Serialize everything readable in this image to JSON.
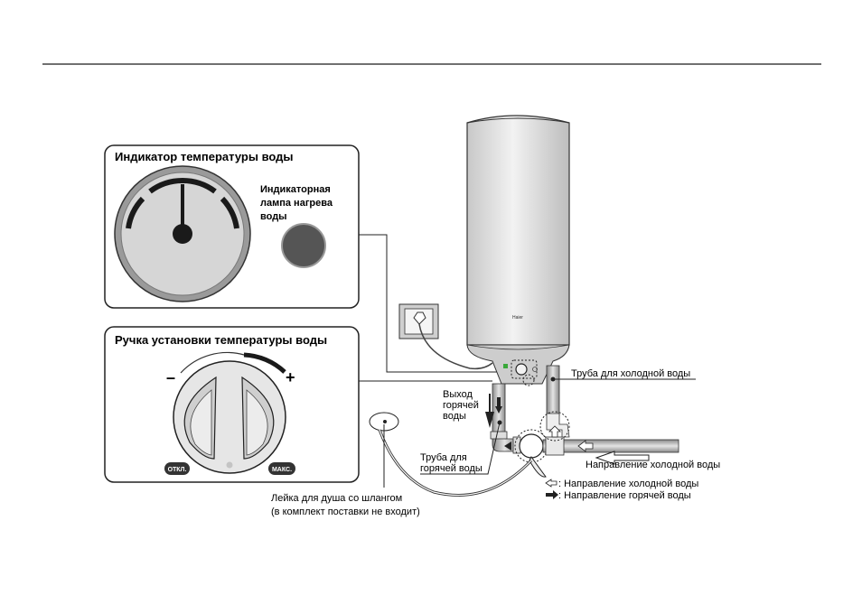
{
  "page": {
    "divider": true
  },
  "indicator_panel": {
    "title": "Индикатор температуры воды",
    "lamp_label_lines": [
      "Индикаторная",
      "лампа нагрева",
      "воды"
    ]
  },
  "knob_panel": {
    "title": "Ручка установки температуры воды",
    "minus": "–",
    "plus": "+",
    "off_label": "ОТКЛ.",
    "max_label": "МАКС."
  },
  "heater": {
    "brand": "Haier"
  },
  "labels": {
    "cold_pipe": "Труба для холодной воды",
    "hot_outlet_lines": [
      "Выход",
      "горячей",
      "воды"
    ],
    "hot_pipe_lines": [
      "Труба для",
      "горячей воды"
    ],
    "cold_direction": "Направление холодной воды",
    "shower_lines": [
      "Лейка для душа со шлангом",
      "(в комплект поставки не входит)"
    ]
  },
  "legend": [
    {
      "icon": "hollow-arrow-left",
      "text": ": Направление холодной воды"
    },
    {
      "icon": "solid-arrow-right",
      "text": ": Направление горячей воды"
    }
  ],
  "colors": {
    "line": "#1a1a1a",
    "panel_border": "#222222",
    "dial_face": "#d4d4d4",
    "lamp": "#555555",
    "tank": "#d9d9d9",
    "pipe": "#b0b0b0",
    "led_green": "#3aa83a"
  }
}
